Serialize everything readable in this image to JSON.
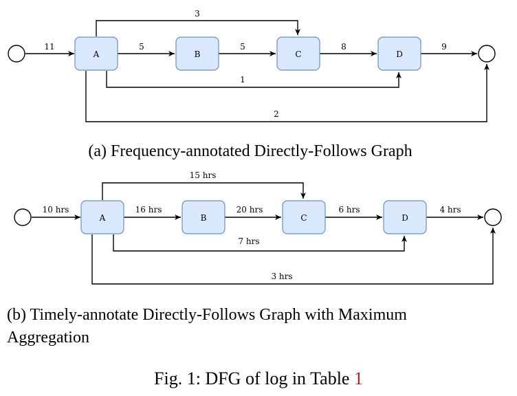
{
  "diagram_a": {
    "caption": "(a) Frequency-annotated Directly-Follows Graph",
    "nodes": [
      "A",
      "B",
      "C",
      "D"
    ],
    "edges": [
      {
        "from": "start",
        "to": "A",
        "label": "11"
      },
      {
        "from": "A",
        "to": "B",
        "label": "5"
      },
      {
        "from": "B",
        "to": "C",
        "label": "5"
      },
      {
        "from": "C",
        "to": "D",
        "label": "8"
      },
      {
        "from": "D",
        "to": "end",
        "label": "9"
      },
      {
        "from": "A",
        "to": "C",
        "label": "3"
      },
      {
        "from": "A",
        "to": "D",
        "label": "1"
      },
      {
        "from": "A",
        "to": "end",
        "label": "2"
      }
    ]
  },
  "diagram_b": {
    "caption_line1": "(b) Timely-annotate Directly-Follows Graph with Maximum",
    "caption_line2": "Aggregation",
    "nodes": [
      "A",
      "B",
      "C",
      "D"
    ],
    "edges": [
      {
        "from": "start",
        "to": "A",
        "label": "10 hrs"
      },
      {
        "from": "A",
        "to": "B",
        "label": "16 hrs"
      },
      {
        "from": "B",
        "to": "C",
        "label": "20 hrs"
      },
      {
        "from": "C",
        "to": "D",
        "label": "6 hrs"
      },
      {
        "from": "D",
        "to": "end",
        "label": "4 hrs"
      },
      {
        "from": "A",
        "to": "C",
        "label": "15 hrs"
      },
      {
        "from": "A",
        "to": "D",
        "label": "7 hrs"
      },
      {
        "from": "A",
        "to": "end",
        "label": "3 hrs"
      }
    ]
  },
  "figure": {
    "caption_prefix": "Fig. 1: DFG of log in Table ",
    "caption_ref": "1"
  },
  "colors": {
    "node_fill": "#dae8fc",
    "node_stroke": "#6c8ebf",
    "reference": "#b22222"
  }
}
